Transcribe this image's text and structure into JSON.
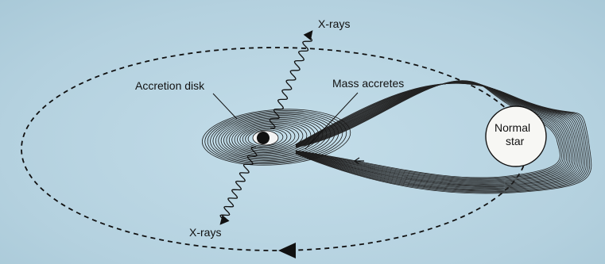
{
  "labels": {
    "xrays_top": "X-rays",
    "xrays_bottom": "X-rays",
    "accretion_disk": "Accretion disk",
    "mass_accretes": "Mass accretes",
    "normal_star_line1": "Normal",
    "normal_star_line2": "star"
  },
  "colors": {
    "background": "#b9d6e3",
    "ink": "#111111"
  }
}
